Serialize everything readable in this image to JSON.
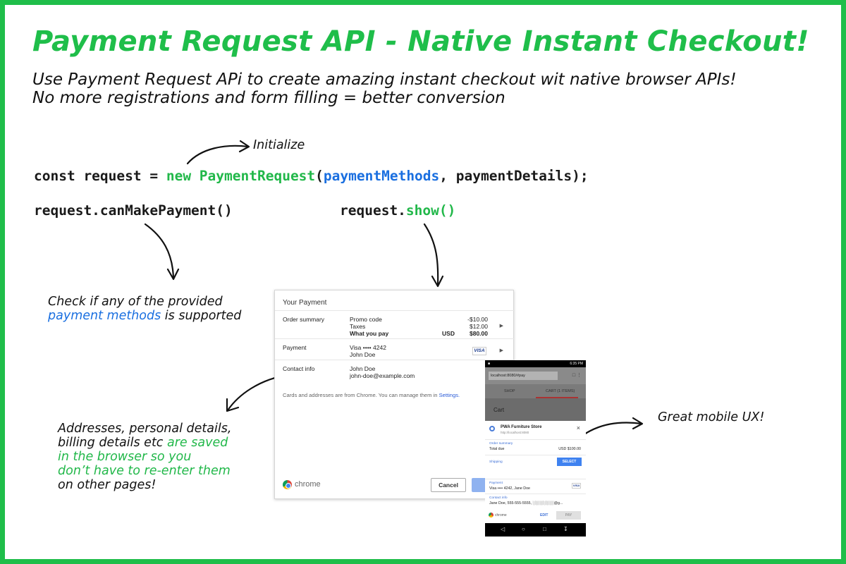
{
  "title": "Payment Request API - Native Instant Checkout!",
  "subtitle_line1": "Use Payment Request APi to create amazing instant checkout wit native browser APIs!",
  "subtitle_line2": "No more registrations and form filling = better conversion",
  "annotations": {
    "initialize": "Initialize",
    "check_line1": "Check if any of the provided",
    "check_blue": "payment methods",
    "check_rest": " is supported",
    "saved_line1": "Addresses, personal details,",
    "saved_line2a": "billing details etc ",
    "saved_line2b": "are saved",
    "saved_line3": "in the browser so you",
    "saved_line4": "don’t have to re-enter them",
    "saved_line5": "on other pages!",
    "mobile_ux": "Great mobile UX!"
  },
  "code": {
    "line1_a": "const request = ",
    "line1_new": "new PaymentRequest",
    "line1_paren": "(",
    "line1_arg1": "paymentMethods",
    "line1_rest": ", paymentDetails);",
    "line2": "request.canMakePayment()",
    "line3_a": "request.",
    "line3_b": "show()"
  },
  "desktop_dialog": {
    "title": "Your Payment",
    "order_summary_label": "Order summary",
    "promo_label": "Promo code",
    "taxes_label": "Taxes",
    "what_you_pay_label": "What you pay",
    "promo_value": "-$10.00",
    "taxes_value": "$12.00",
    "total_value": "$80.00",
    "currency": "USD",
    "payment_label": "Payment",
    "card": "Visa •••• 4242",
    "card_name": "John Doe",
    "card_brand": "VISA",
    "contact_label": "Contact info",
    "contact_name": "John Doe",
    "contact_email": "john-doe@example.com",
    "note": "Cards and addresses are from Chrome. You can manage them in ",
    "note_link": "Settings.",
    "brand": "chrome",
    "cancel": "Cancel"
  },
  "mobile": {
    "time": "6:35 PM",
    "url": "localhost:8080/#pay",
    "tab_shop": "SHOP",
    "tab_cart": "CART (1 ITEMS)",
    "cart_heading": "Cart",
    "store_name": "PWA Furniture Store",
    "store_host": "http://localhost:8080",
    "order_summary_label": "Order summary",
    "total_due_label": "Total due",
    "total_due_value": "USD $100.00",
    "shipping_label": "Shipping",
    "select": "SELECT",
    "payment_label": "Payment",
    "payment_value": "Visa •••• 4242, Jane Doe",
    "card_brand": "VISA",
    "contact_label": "Contact info",
    "contact_value": "Jane Doe, 555-555-5555, ░░░░░░░░@g...",
    "brand": "chrome",
    "edit": "EDIT",
    "pay": "PAY"
  },
  "colors": {
    "accent_green": "#1fbe4a",
    "code_blue": "#1a6fe0"
  }
}
